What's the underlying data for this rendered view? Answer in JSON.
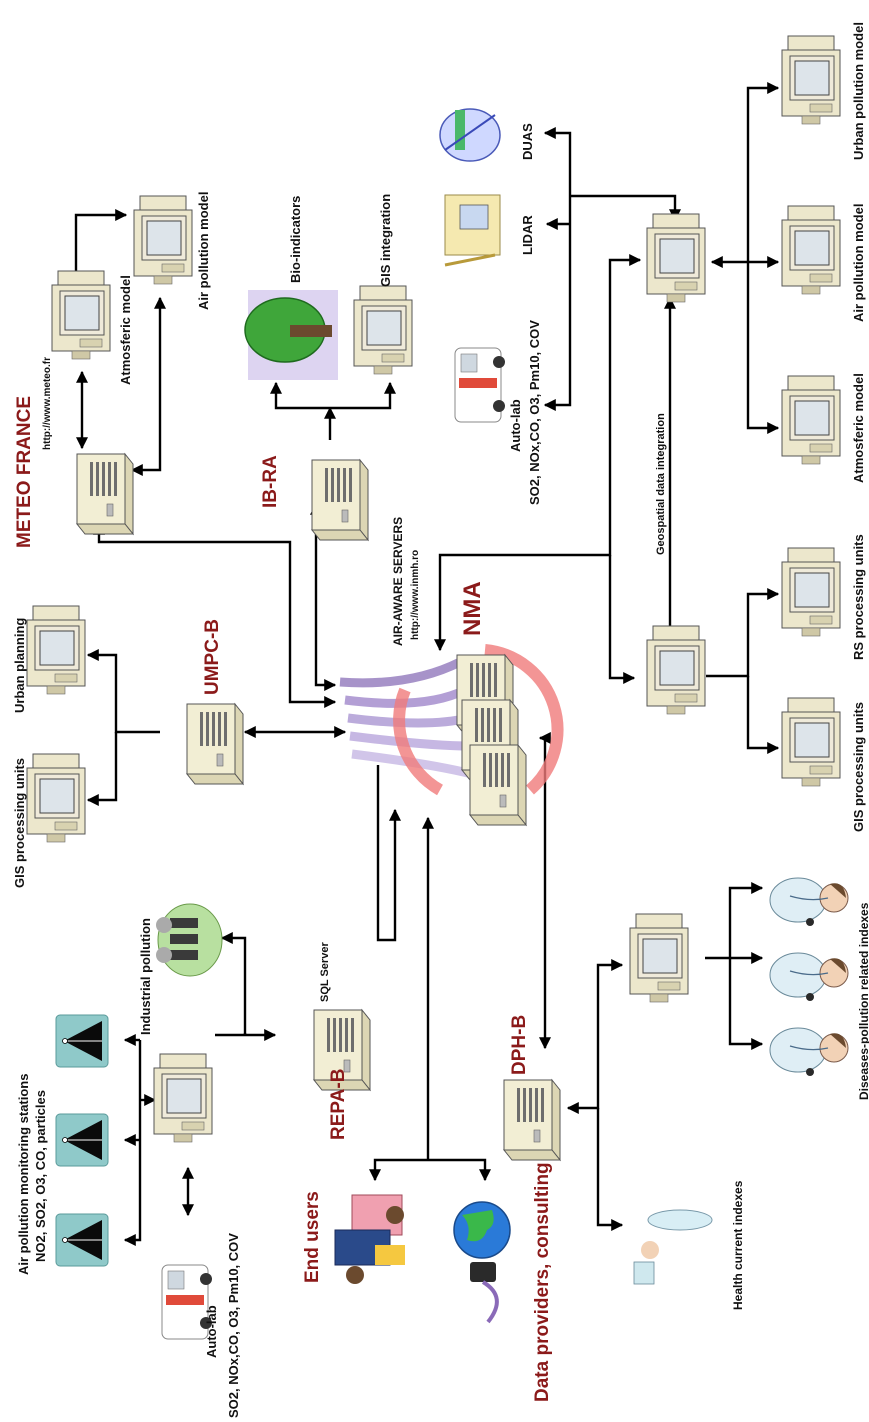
{
  "nodes": {
    "meteo_france": "METEO FRANCE",
    "meteo_url": "http://www.meteo.fr",
    "atmosferic_model_top": "Atmosferic model",
    "air_pollution_model_top": "Air pollution model",
    "ib_ra": "IB-RA",
    "bio_indicators": "Bio-indicators",
    "gis_integration": "GIS integration",
    "duas": "DUAS",
    "lidar": "LIDAR",
    "autolab_right_1": "Auto-lab",
    "autolab_right_2": "SO2, NOx,CO, O3, Pm10, COV",
    "geospatial": "Geospatial data integration",
    "urban_pollution_model": "Urban pollution model",
    "air_pollution_model_right": "Air pollution model",
    "atmosferic_model_right": "Atmosferic model",
    "rs_processing": "RS processing units",
    "gis_processing_right": "GIS processing units",
    "umpc_b": "UMPC-B",
    "urban_planning": "Urban planning",
    "gis_processing_left": "GIS processing units",
    "air_aware_servers": "AIR-AWARE SERVERS",
    "inmh_url": "http://www.inmh.ro",
    "nma": "NMA",
    "monitoring_1": "Air pollution monitoring stations",
    "monitoring_2": "NO2, SO2, O3, CO, particles",
    "industrial_pollution": "Industrial pollution",
    "sql_server": "SQL Server",
    "repa_b": "REPA-B",
    "autolab_left_1": "Auto-lab",
    "autolab_left_2": "SO2, NOx,CO, O3, Pm10, COV",
    "end_users": "End users",
    "data_providers": "Data providers, consulting",
    "dph_b": "DPH-B",
    "health_current": "Health current indexes",
    "diseases": "Diseases-pollution related indexes"
  },
  "colors": {
    "red_label": "#8b1a1a",
    "arrow": "#000000",
    "server_beige": "#f2eed4",
    "antenna_teal": "#8fc9c9",
    "tree_green": "#3fa63a"
  }
}
